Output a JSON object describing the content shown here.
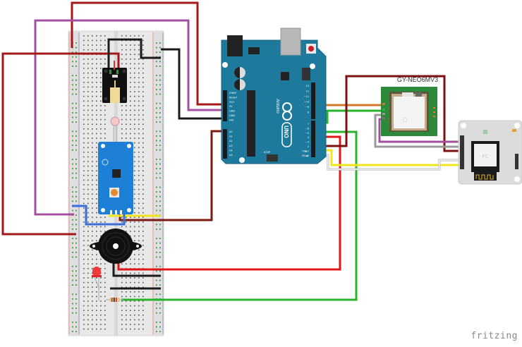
{
  "app": "fritzing",
  "watermark": "fritzing",
  "components": {
    "gps_module": {
      "label": "GY-NEO6MV3",
      "type": "GPS module"
    },
    "arduino": {
      "label": "Arduino",
      "model": "UNO",
      "icsp": "ICSP",
      "aref": "AREF",
      "gnd": "GND",
      "digital_pins": [
        "13",
        "12",
        "~11",
        "~10",
        "~9",
        "8",
        "7",
        "~6",
        "~5",
        "4",
        "~3",
        "2",
        "TX▶1",
        "RX◀0"
      ],
      "power_pins": [
        "IOREF",
        "RESET",
        "3V3",
        "5V",
        "GND",
        "GND",
        "VIN"
      ],
      "analog_pins": [
        "A0",
        "A1",
        "A2",
        "A3",
        "A4",
        "A5"
      ],
      "section_labels": [
        "POWER",
        "ANALOG IN",
        "DIGITAL (PWM~)"
      ]
    },
    "wifi_module": {
      "label": "ESP8266 module",
      "chip": "FC"
    },
    "breadboard": {
      "label": "Half breadboard"
    },
    "sensors": [
      {
        "name": "flame sensor module"
      },
      {
        "name": "photoresistor module"
      },
      {
        "name": "piezo buzzer"
      },
      {
        "name": "red LED"
      },
      {
        "name": "resistor"
      }
    ]
  },
  "colors": {
    "wire_red": "#c01818",
    "wire_darkred": "#8b1a0e",
    "wire_purple": "#a44fa0",
    "wire_black": "#1a1a1a",
    "wire_green": "#27b42a",
    "wire_orange": "#d2782a",
    "wire_yellow": "#f2e51f",
    "wire_blue": "#3a6fd8",
    "wire_gray": "#9a9a9a",
    "wire_white": "#f4f4f4",
    "arduino_board": "#1e7a9c",
    "gps_board": "#2d8a3a",
    "sensor_board": "#1e7fd6"
  }
}
